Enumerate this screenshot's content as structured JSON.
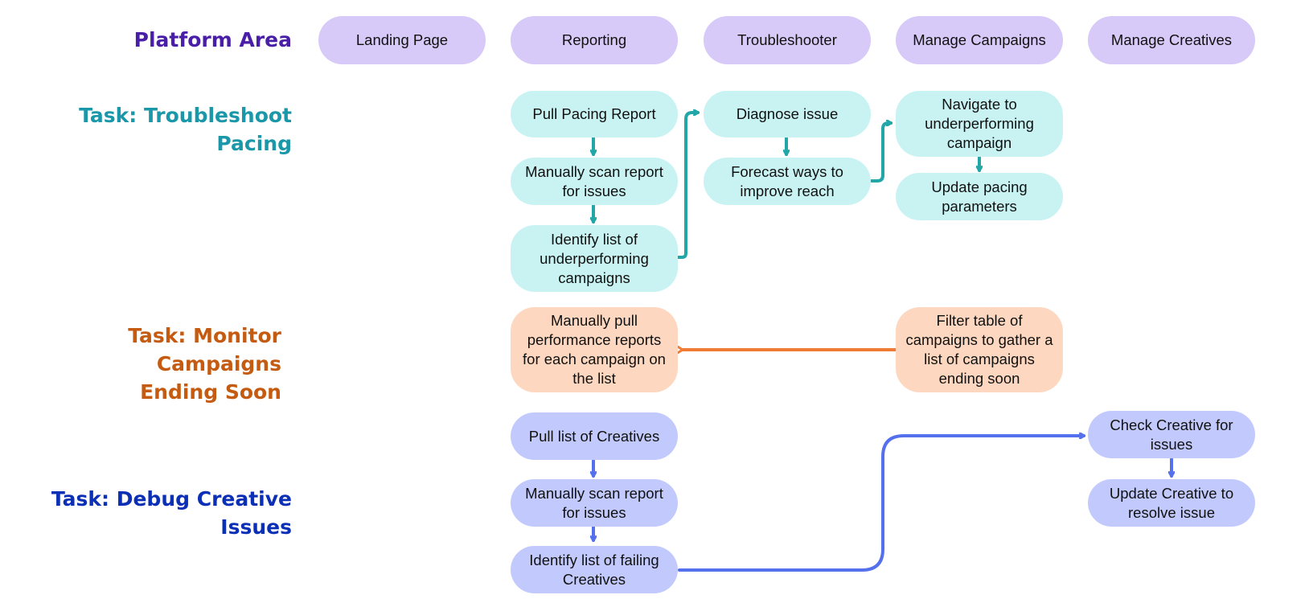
{
  "colors": {
    "platform": "#4a1fa8",
    "pacing": "#1a97a8",
    "monitor": "#c55a11",
    "debug": "#0b2fb5",
    "area_fill": "#d7c9f8",
    "pacing_fill": "#c9f3f3",
    "monitor_fill": "#fdd7bf",
    "debug_fill": "#c2cafd",
    "pacing_arrow": "#22a6a8",
    "monitor_arrow": "#f07b35",
    "debug_arrow": "#5570ec"
  },
  "row_labels": {
    "platform_area": "Platform Area",
    "troubleshoot_pacing": "Task: Troubleshoot Pacing",
    "monitor_campaigns_line1": "Task: Monitor Campaigns",
    "monitor_campaigns_line2": "Ending Soon",
    "debug_creative_line1": "Task: Debug Creative",
    "debug_creative_line2": "Issues"
  },
  "platform_areas": [
    "Landing Page",
    "Reporting",
    "Troubleshooter",
    "Manage Campaigns",
    "Manage Creatives"
  ],
  "tasks": {
    "troubleshoot_pacing": {
      "steps": [
        {
          "area": "Reporting",
          "text": "Pull Pacing Report"
        },
        {
          "area": "Reporting",
          "text": "Manually scan report for issues"
        },
        {
          "area": "Reporting",
          "text": "Identify list of underperforming campaigns"
        },
        {
          "area": "Troubleshooter",
          "text": "Diagnose issue"
        },
        {
          "area": "Troubleshooter",
          "text": "Forecast ways to improve reach"
        },
        {
          "area": "Manage Campaigns",
          "text": "Navigate to underperforming campaign"
        },
        {
          "area": "Manage Campaigns",
          "text": "Update pacing parameters"
        }
      ]
    },
    "monitor_campaigns": {
      "steps": [
        {
          "area": "Manage Campaigns",
          "text": "Filter table of campaigns to gather a list of campaigns ending soon"
        },
        {
          "area": "Reporting",
          "text": "Manually pull performance reports for each campaign on the list"
        }
      ]
    },
    "debug_creative": {
      "steps": [
        {
          "area": "Reporting",
          "text": "Pull list of Creatives"
        },
        {
          "area": "Reporting",
          "text": "Manually scan report for issues"
        },
        {
          "area": "Reporting",
          "text": "Identify list of failing Creatives"
        },
        {
          "area": "Manage Creatives",
          "text": "Check Creative for issues"
        },
        {
          "area": "Manage Creatives",
          "text": "Update Creative to resolve issue"
        }
      ]
    }
  }
}
